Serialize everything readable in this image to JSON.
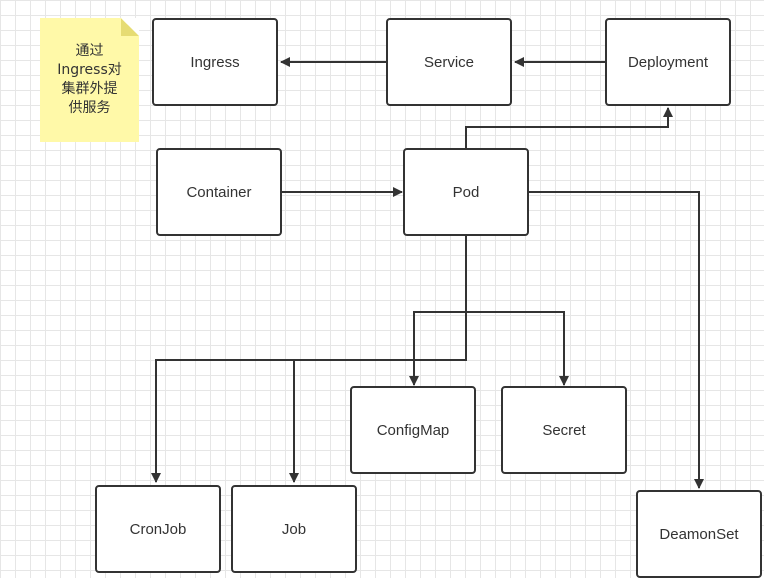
{
  "diagram": {
    "note": {
      "text": "通过\nIngress对\n集群外提\n供服务",
      "color": "#fff9a8"
    },
    "nodes": {
      "ingress": "Ingress",
      "service": "Service",
      "deployment": "Deployment",
      "container": "Container",
      "pod": "Pod",
      "configmap": "ConfigMap",
      "secret": "Secret",
      "cronjob": "CronJob",
      "job": "Job",
      "daemonset": "DeamonSet"
    },
    "edges": [
      {
        "from": "service",
        "to": "ingress"
      },
      {
        "from": "deployment",
        "to": "service"
      },
      {
        "from": "pod",
        "to": "deployment"
      },
      {
        "from": "container",
        "to": "pod"
      },
      {
        "from": "pod",
        "to": "daemonset"
      },
      {
        "from": "pod",
        "to": "cronjob"
      },
      {
        "from": "pod",
        "to": "job"
      },
      {
        "from": "pod",
        "to": "configmap"
      },
      {
        "from": "pod",
        "to": "secret"
      }
    ],
    "colors": {
      "stroke": "#333333",
      "grid": "#e6e6e6",
      "background": "#ffffff"
    }
  }
}
